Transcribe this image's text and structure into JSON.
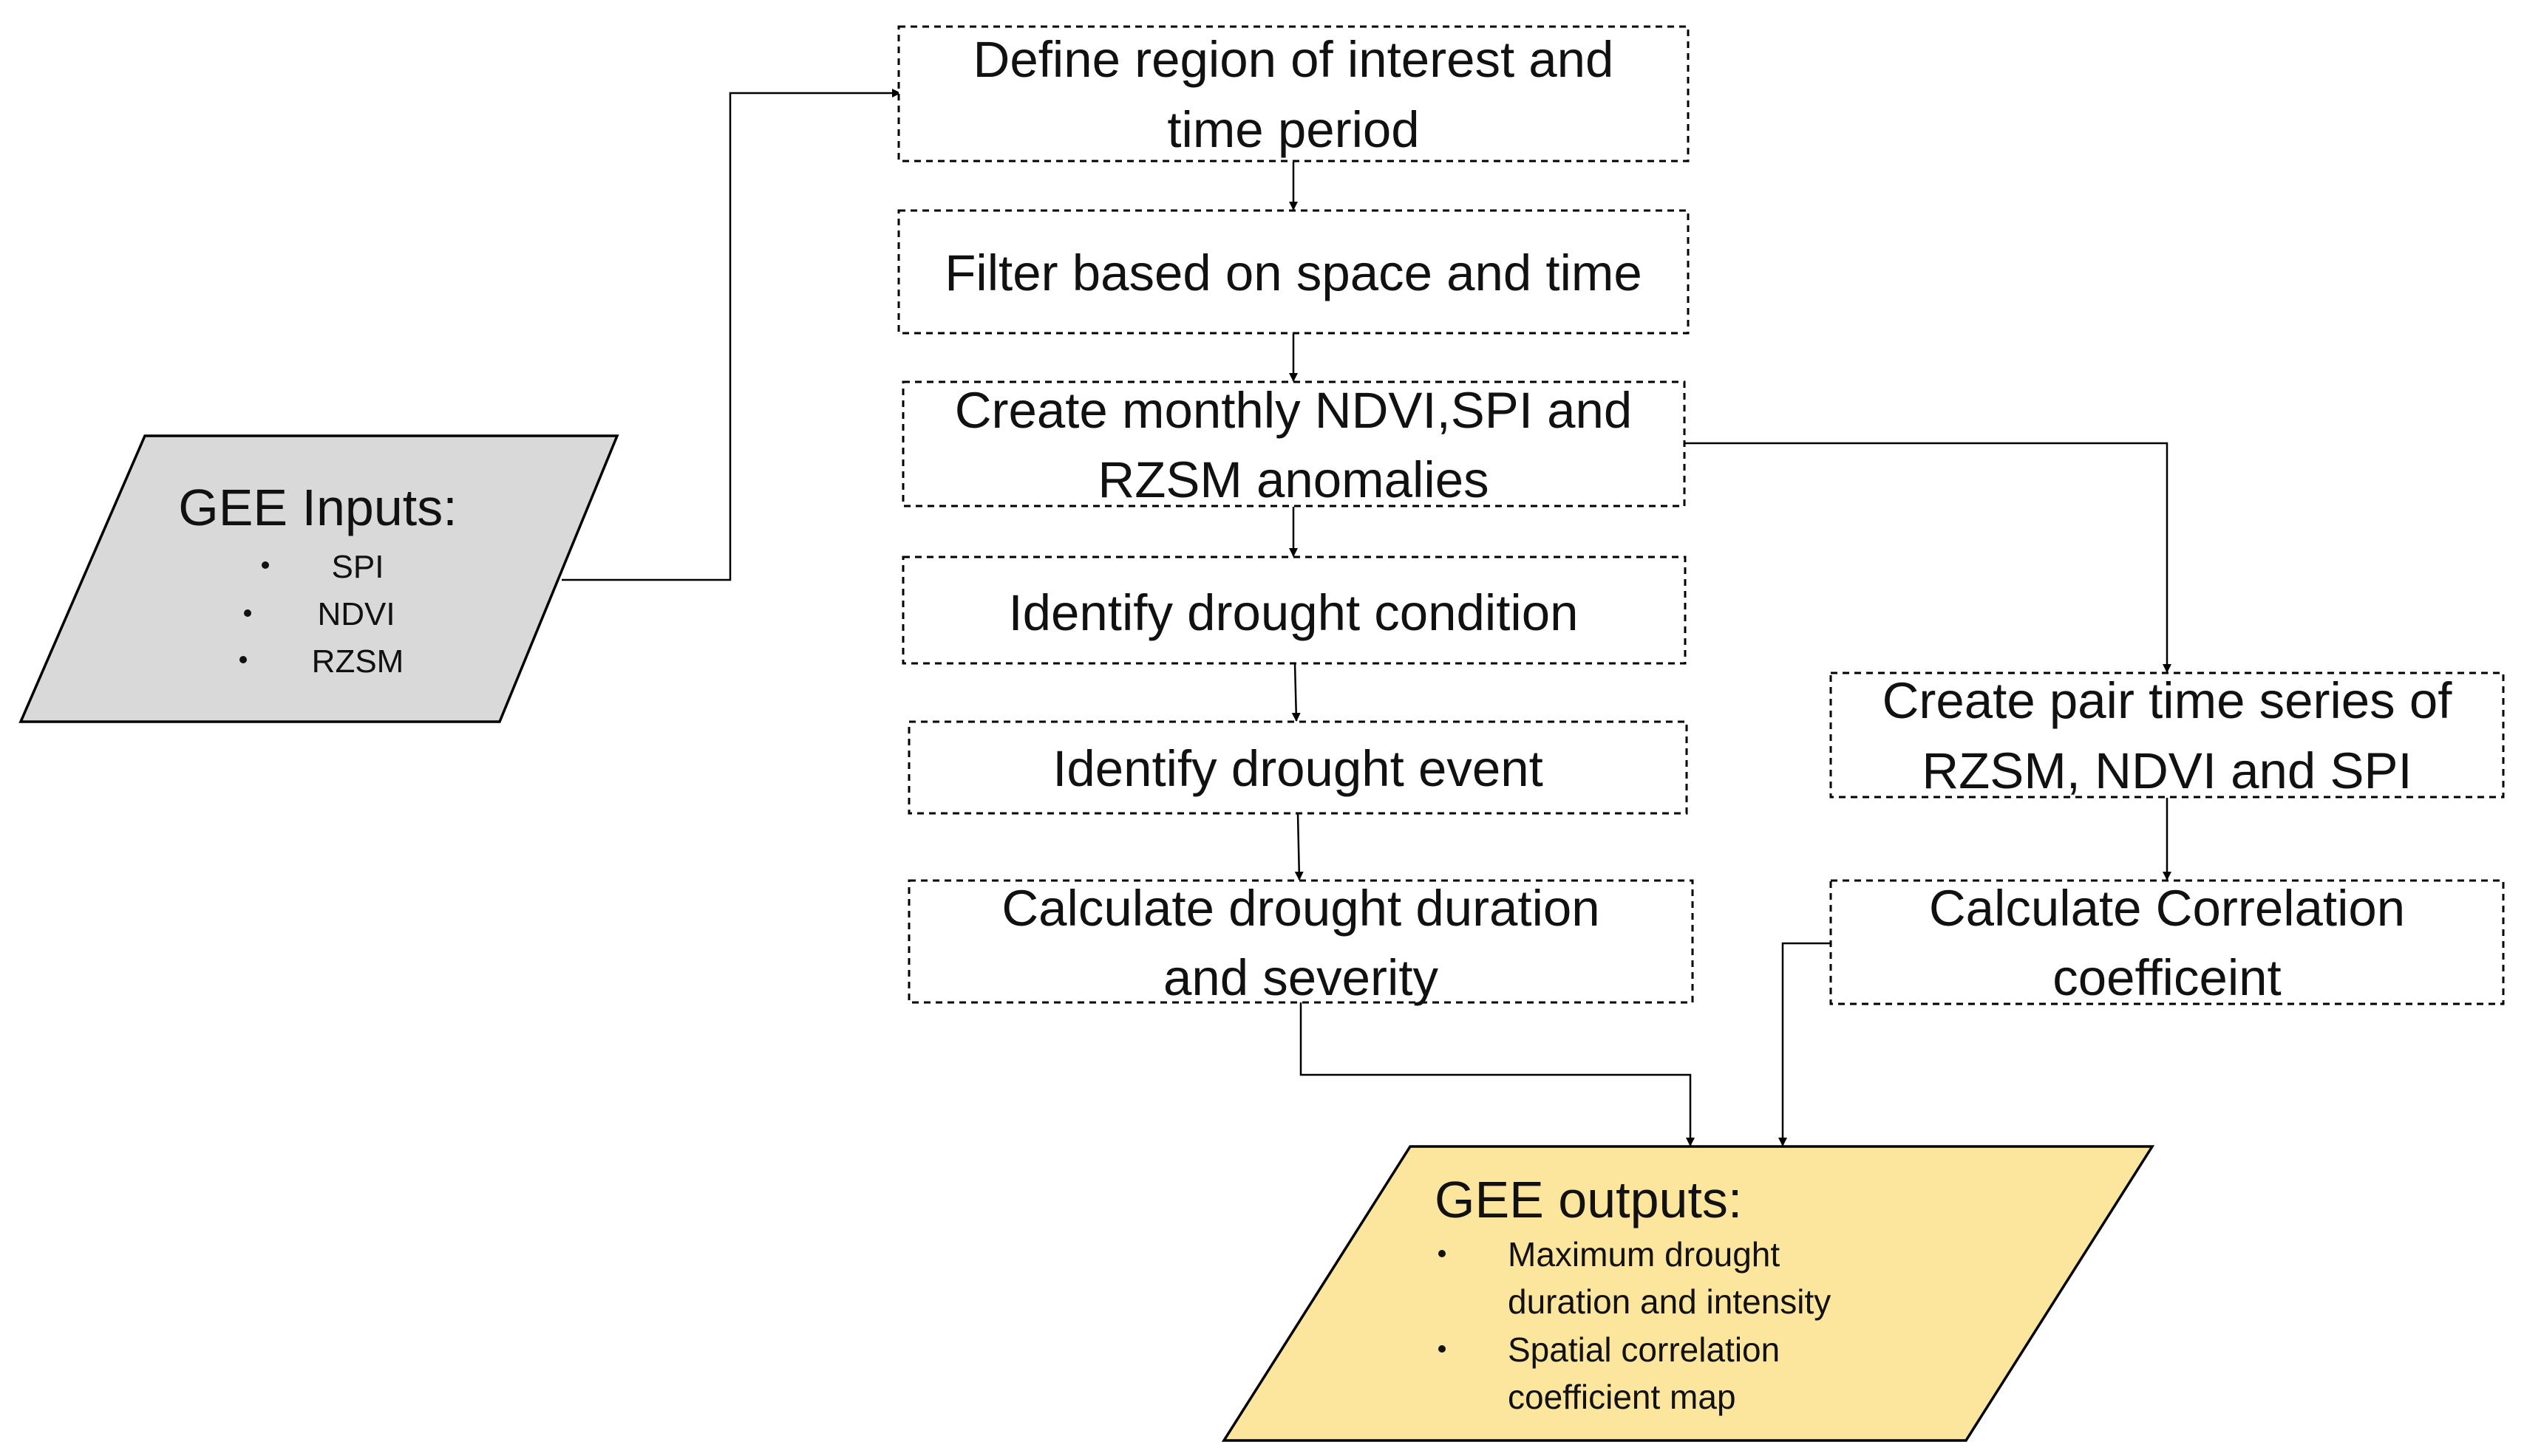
{
  "diagram": {
    "colors": {
      "input_fill": "#d9d9d9",
      "output_fill": "#fce59c",
      "border": "#000000",
      "text": "#111111"
    },
    "input": {
      "title": "GEE Inputs:",
      "items": [
        "SPI",
        "NDVI",
        "RZSM"
      ]
    },
    "process_steps": [
      {
        "lines": [
          "Define region of interest and",
          "time period"
        ]
      },
      {
        "lines": [
          "Filter based on space and time"
        ]
      },
      {
        "lines": [
          "Create monthly NDVI,SPI and",
          "RZSM anomalies"
        ]
      },
      {
        "lines": [
          "Identify drought condition"
        ]
      },
      {
        "lines": [
          "Identify drought event"
        ]
      },
      {
        "lines": [
          "Calculate drought duration",
          "and severity"
        ]
      }
    ],
    "branch_steps": [
      {
        "lines": [
          "Create pair time series of",
          "RZSM, NDVI and SPI"
        ]
      },
      {
        "lines": [
          "Calculate Correlation",
          "coefficeint"
        ]
      }
    ],
    "output": {
      "title": "GEE outputs:",
      "items": [
        {
          "lines": [
            "Maximum drought",
            "duration and intensity"
          ]
        },
        {
          "lines": [
            "Spatial correlation",
            "coefficient map"
          ]
        }
      ]
    }
  }
}
